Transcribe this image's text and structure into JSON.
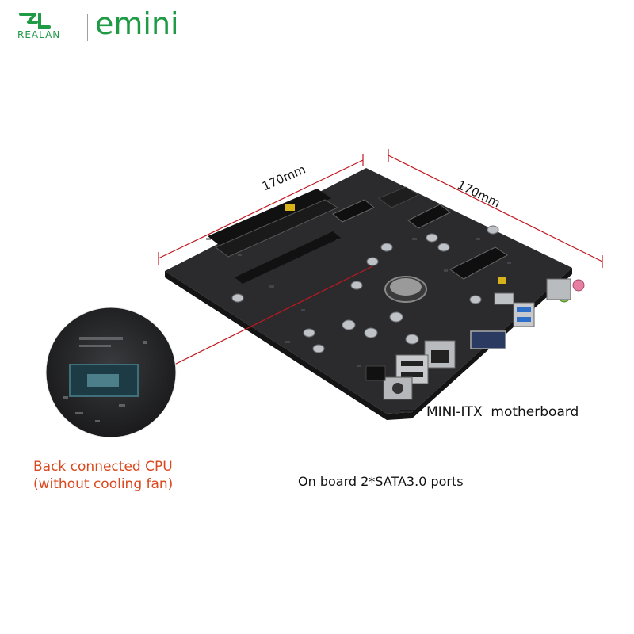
{
  "header": {
    "brand_name": "REALAN",
    "product_brand": "emini",
    "brand_color": "#1f9a45"
  },
  "dimensions": {
    "width_label": "170mm",
    "depth_label": "170mm",
    "line_color": "#c0181f"
  },
  "captions": {
    "board": "MINI-ITX  motherboard",
    "cpu_line1": "Back connected CPU",
    "cpu_line2": "(without cooling fan)",
    "cpu_color": "#d9481f",
    "sata": "On board 2*SATA3.0 ports"
  }
}
